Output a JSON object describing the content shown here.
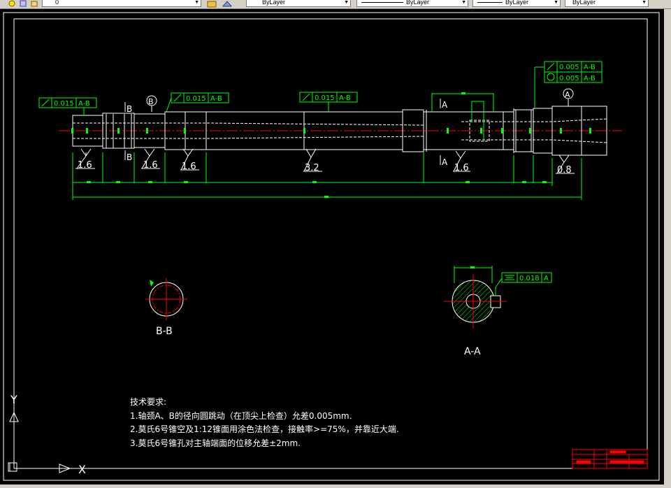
{
  "toolbar": {
    "layer_current": "0",
    "color_control": "ByLayer",
    "linetype_control": "ByLayer",
    "lineweight_control": "ByLayer",
    "plotstyle_control": "ByLayer"
  },
  "drawing": {
    "datum_a": "A",
    "datum_b": "B",
    "section_letter_a": "A",
    "section_letter_b": "B",
    "runout_fcf": [
      {
        "value": "0.015",
        "datum": "A-B"
      },
      {
        "value": "0.015",
        "datum": "A-B"
      },
      {
        "value": "0.015",
        "datum": "A-B"
      }
    ],
    "top_right_fcf": [
      {
        "value": "0.005",
        "datum": "A-B"
      },
      {
        "value": "0.005",
        "datum": "A-B"
      }
    ],
    "symmetry_fcf": {
      "value": "0.018",
      "datum": "A"
    },
    "roughness": [
      "1.6",
      "1.6",
      "1.6",
      "3.2",
      "1.6",
      "0.8"
    ],
    "section_bb_label": "B-B",
    "section_aa_label": "A-A"
  },
  "notes": {
    "title": "技术要求:",
    "lines": [
      "1.轴颈A、B的径向圆跳动（在顶尖上检查）允差0.005mm.",
      "2.莫氏6号锥空及1:12锥面用涂色法检查，接触率>=75%，并靠近大端.",
      "3.莫氏6号锥孔对主轴端面的位移允差±2mm."
    ]
  },
  "ucs": {
    "x_label": "X",
    "y_label": "Y"
  },
  "colors": {
    "background": "#000000",
    "geometry": "#ffffff",
    "dimension": "#00ff00",
    "centerline": "#ff0000"
  }
}
